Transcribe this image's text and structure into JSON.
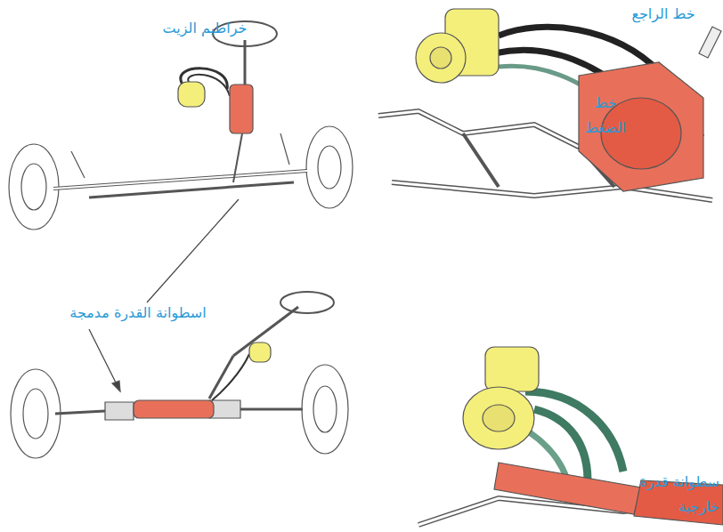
{
  "diagram": {
    "labels": [
      "خراطيم الزيت",
      "خط الراجع",
      "خط الضغط",
      "اسطوانة القدرة مدمجة",
      "سطوانة قدرة خارجية"
    ]
  }
}
